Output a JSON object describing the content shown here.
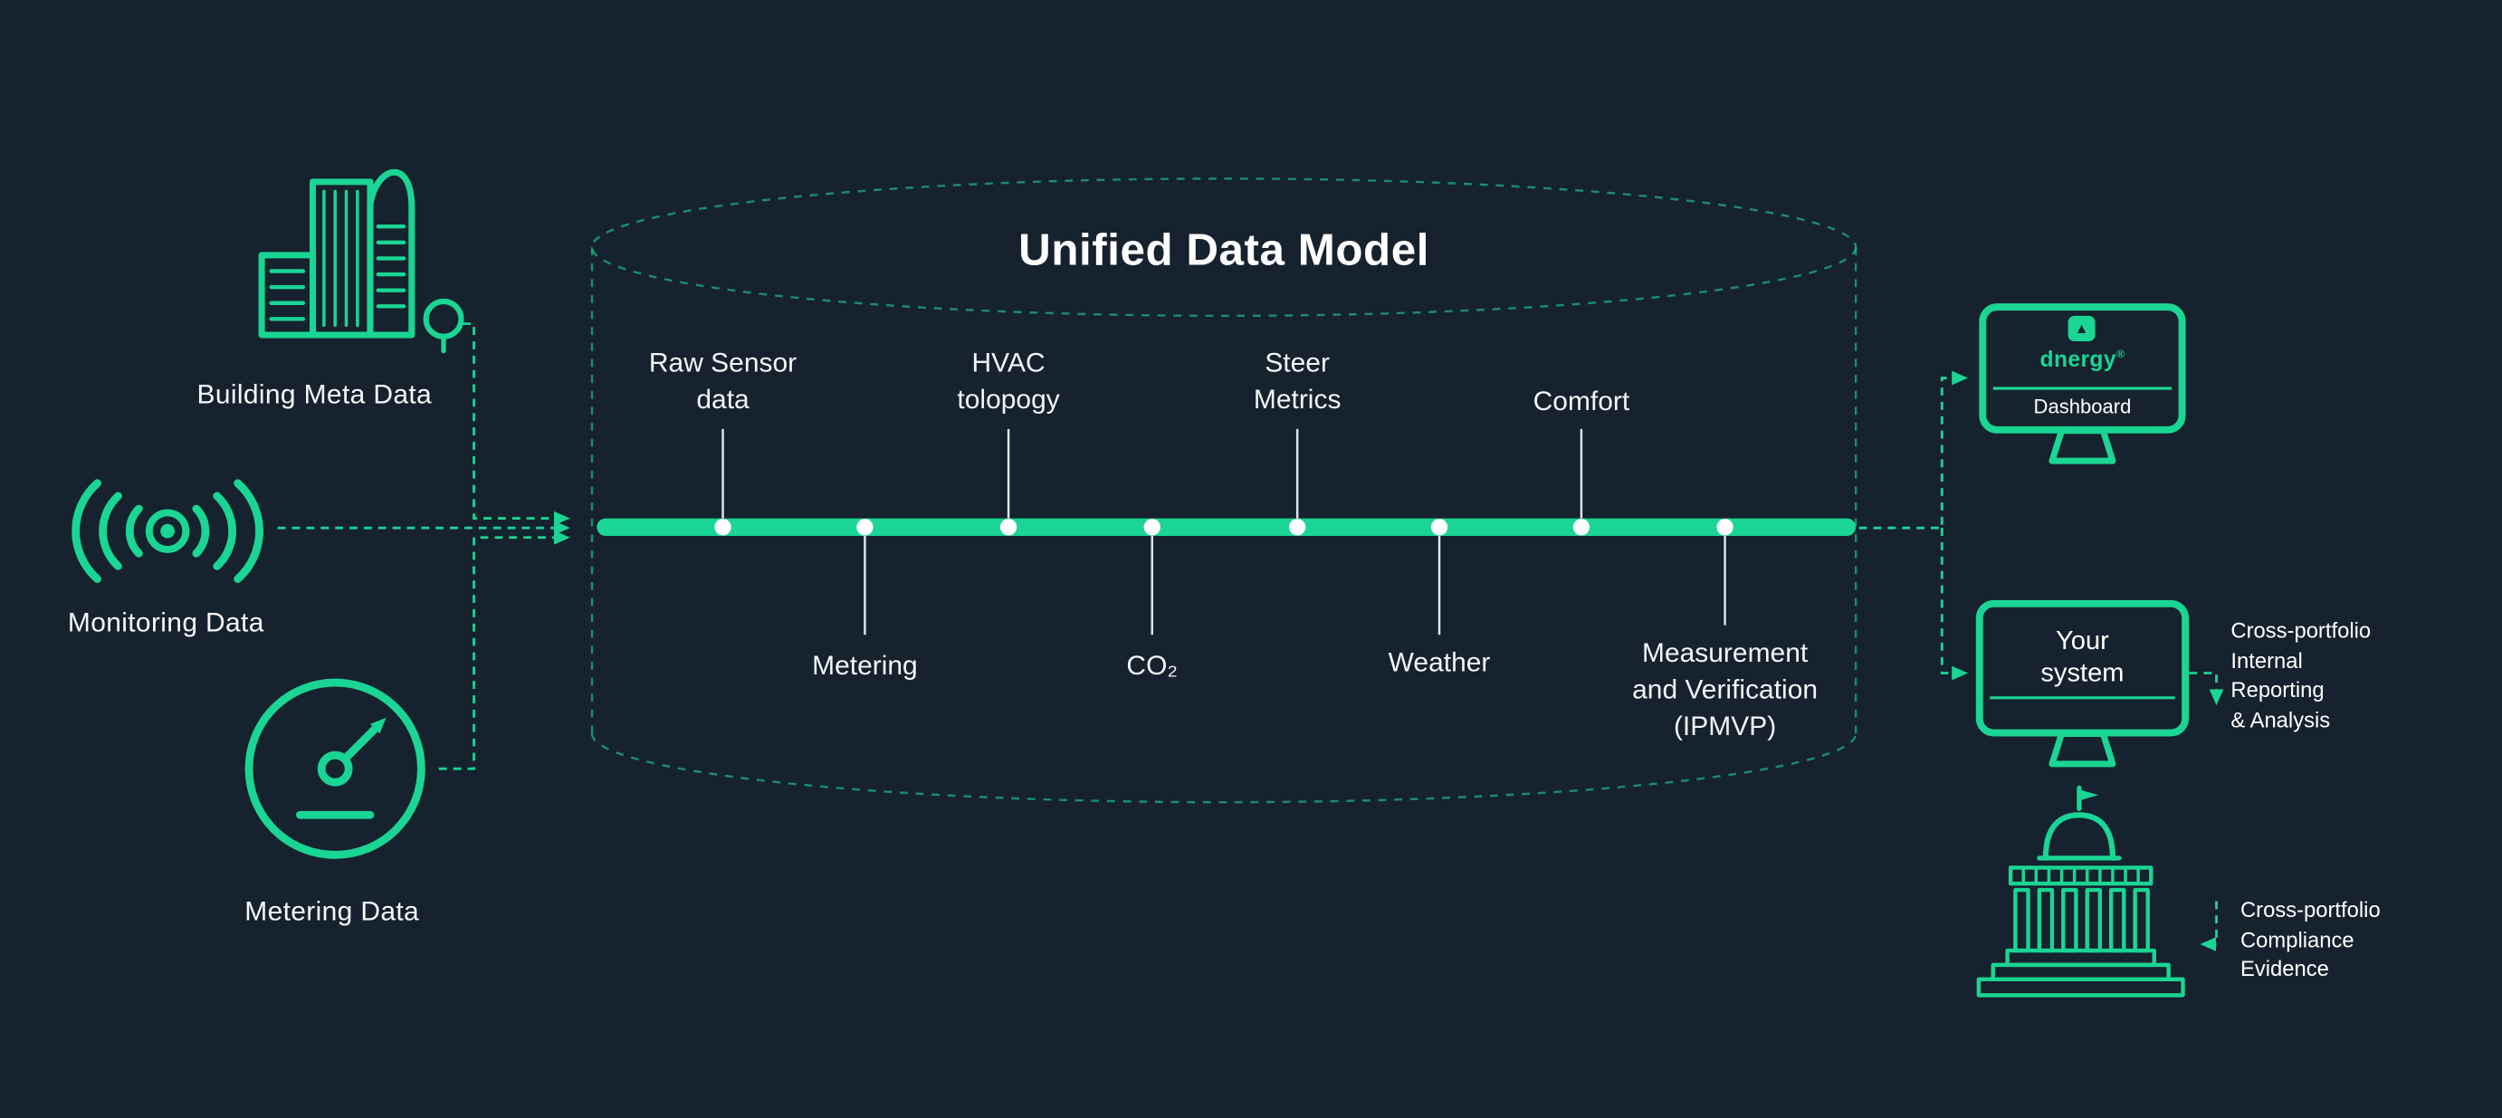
{
  "theme": {
    "background": "#16222e",
    "accent": "#1ad593",
    "text_primary": "#ffffff"
  },
  "inputs": [
    {
      "label": "Building Meta Data",
      "icon": "building-icon"
    },
    {
      "label": "Monitoring Data",
      "icon": "signal-waves-icon"
    },
    {
      "label": "Metering Data",
      "icon": "gauge-icon"
    }
  ],
  "model": {
    "title": "Unified Data Model",
    "top_labels": [
      {
        "lines": [
          "Raw Sensor",
          "data"
        ]
      },
      {
        "lines": [
          "HVAC",
          "tolopogy"
        ]
      },
      {
        "lines": [
          "Steer",
          "Metrics"
        ]
      },
      {
        "lines": [
          "Comfort"
        ]
      }
    ],
    "bottom_labels": [
      {
        "lines": [
          "Metering"
        ]
      },
      {
        "lines": [
          "CO₂"
        ]
      },
      {
        "lines": [
          "Weather"
        ]
      },
      {
        "lines": [
          "Measurement",
          "and Verification",
          "(IPMVP)"
        ]
      }
    ]
  },
  "outputs": {
    "dashboard_monitor": {
      "logo_glyph": "▲",
      "brand": "dnergy",
      "reg_mark": "®",
      "label": "Dashboard",
      "icon": "monitor-icon"
    },
    "system_monitor": {
      "lines": [
        "Your",
        "system"
      ],
      "icon": "monitor-icon"
    },
    "capitol": {
      "icon": "government-building-icon"
    },
    "annotations": [
      {
        "lines": [
          "Cross-portfolio",
          "Internal",
          "Reporting",
          "& Analysis"
        ]
      },
      {
        "lines": [
          "Cross-portfolio",
          "Compliance",
          "Evidence"
        ]
      }
    ]
  }
}
